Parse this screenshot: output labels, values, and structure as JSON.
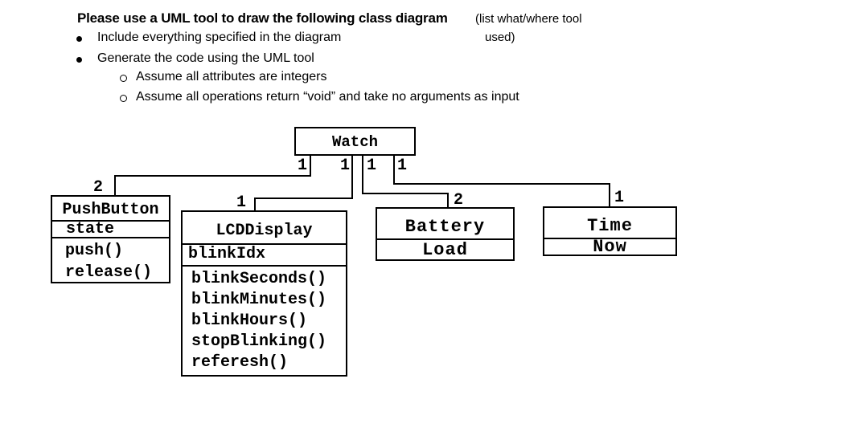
{
  "instructions": {
    "title": "Please use a UML tool to draw the following class diagram",
    "tool_note_line1": "(list what/where tool",
    "tool_note_line2": "used)",
    "bullets": [
      {
        "label": "Include everything specified in the diagram"
      },
      {
        "label": "Generate the code using the UML tool"
      }
    ],
    "sub_bullets": [
      {
        "label": "Assume all attributes are integers"
      },
      {
        "label": "Assume all operations return “void” and take no arguments as input"
      }
    ]
  },
  "diagram": {
    "classes": [
      {
        "name": "Watch",
        "attributes": [],
        "operations": []
      },
      {
        "name": "PushButton",
        "attributes": [
          "state"
        ],
        "operations": [
          "push()",
          "release()"
        ]
      },
      {
        "name": "LCDDisplay",
        "attributes": [
          "blinkIdx"
        ],
        "operations": [
          "blinkSeconds()",
          "blinkMinutes()",
          "blinkHours()",
          "stopBlinking()",
          "referesh()"
        ]
      },
      {
        "name": "Battery",
        "attributes": [
          "Load"
        ],
        "operations": []
      },
      {
        "name": "Time",
        "attributes": [
          "Now"
        ],
        "operations": []
      }
    ],
    "associations": [
      {
        "from": "Watch",
        "to": "PushButton",
        "from_multiplicity": "1",
        "to_multiplicity": "2"
      },
      {
        "from": "Watch",
        "to": "LCDDisplay",
        "from_multiplicity": "1",
        "to_multiplicity": "1"
      },
      {
        "from": "Watch",
        "to": "Battery",
        "from_multiplicity": "1",
        "to_multiplicity": "2"
      },
      {
        "from": "Watch",
        "to": "Time",
        "from_multiplicity": "1",
        "to_multiplicity": "1"
      }
    ]
  },
  "colors": {
    "ink": "#000000",
    "paper": "#ffffff"
  }
}
